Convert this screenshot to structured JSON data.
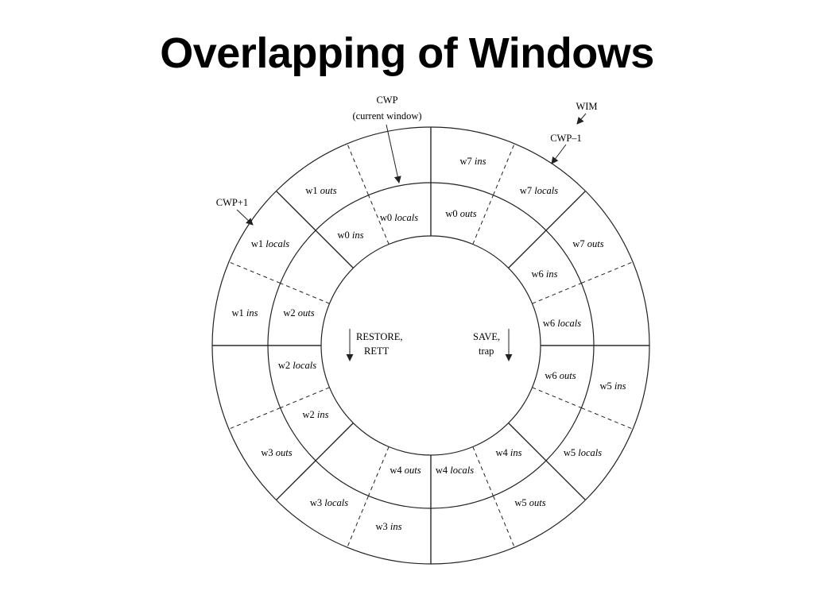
{
  "title": "Overlapping of Windows",
  "annotations": {
    "cwp": "CWP",
    "cwp_sub": "(current window)",
    "wim": "WIM",
    "cwp_minus": "CWP–1",
    "cwp_plus": "CWP+1"
  },
  "center": {
    "restore_line1": "RESTORE,",
    "restore_line2": "RETT",
    "save_line1": "SAVE,",
    "save_line2": "trap"
  },
  "windows": [
    {
      "name": "w0",
      "ins": "ins",
      "locals": "locals",
      "outs": "outs"
    },
    {
      "name": "w1",
      "ins": "ins",
      "locals": "locals",
      "outs": "outs"
    },
    {
      "name": "w2",
      "ins": "ins",
      "locals": "locals",
      "outs": "outs"
    },
    {
      "name": "w3",
      "ins": "ins",
      "locals": "locals",
      "outs": "outs"
    },
    {
      "name": "w4",
      "ins": "ins",
      "locals": "locals",
      "outs": "outs"
    },
    {
      "name": "w5",
      "ins": "ins",
      "locals": "locals",
      "outs": "outs"
    },
    {
      "name": "w6",
      "ins": "ins",
      "locals": "locals",
      "outs": "outs"
    },
    {
      "name": "w7",
      "ins": "ins",
      "locals": "locals",
      "outs": "outs"
    }
  ]
}
